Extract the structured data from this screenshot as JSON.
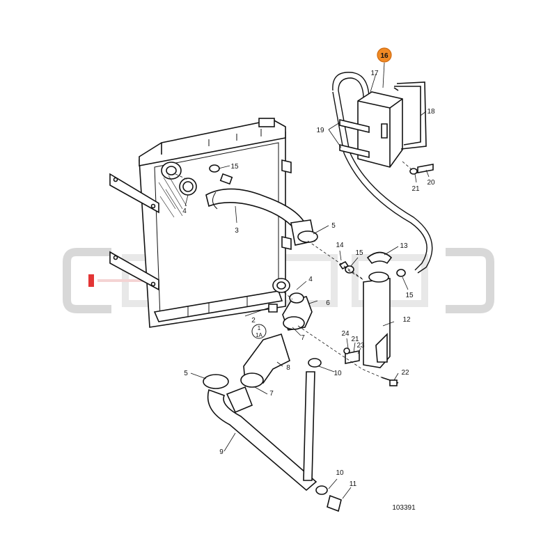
{
  "diagram": {
    "reference_number": "103391",
    "highlight_color": "#f08a24",
    "watermark_color": "#d9d9d9",
    "callouts": {
      "c1": "1",
      "c1a": "1A",
      "c2": "2",
      "c3": "3",
      "c4a": "4",
      "c4b": "4",
      "c5a": "5",
      "c5b": "5",
      "c6": "6",
      "c7a": "7",
      "c7b": "7",
      "c8": "8",
      "c9": "9",
      "c10a": "10",
      "c10b": "10",
      "c11": "11",
      "c12": "12",
      "c13": "13",
      "c14": "14",
      "c15a": "15",
      "c15b": "15",
      "c15c": "15",
      "c16": "16",
      "c17": "17",
      "c18": "18",
      "c19": "19",
      "c20": "20",
      "c21a": "21",
      "c21b": "21",
      "c22": "22",
      "c23": "23",
      "c24": "24"
    }
  }
}
